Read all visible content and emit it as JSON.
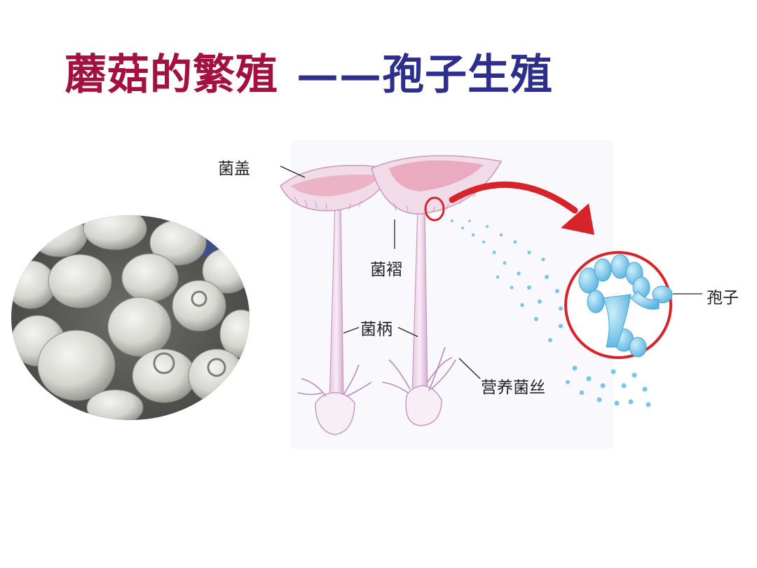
{
  "title": {
    "part1": "蘑菇的繁殖",
    "part2": "——孢子生殖"
  },
  "labels": {
    "cap": "菌盖",
    "gills": "菌褶",
    "stalk": "菌柄",
    "hyphae": "营养菌丝",
    "spores": "孢子"
  },
  "colors": {
    "title_red": "#a3123f",
    "title_blue": "#2e2f8c",
    "arrow_red": "#d7232a",
    "spore_blue": "#6fc0e6"
  }
}
